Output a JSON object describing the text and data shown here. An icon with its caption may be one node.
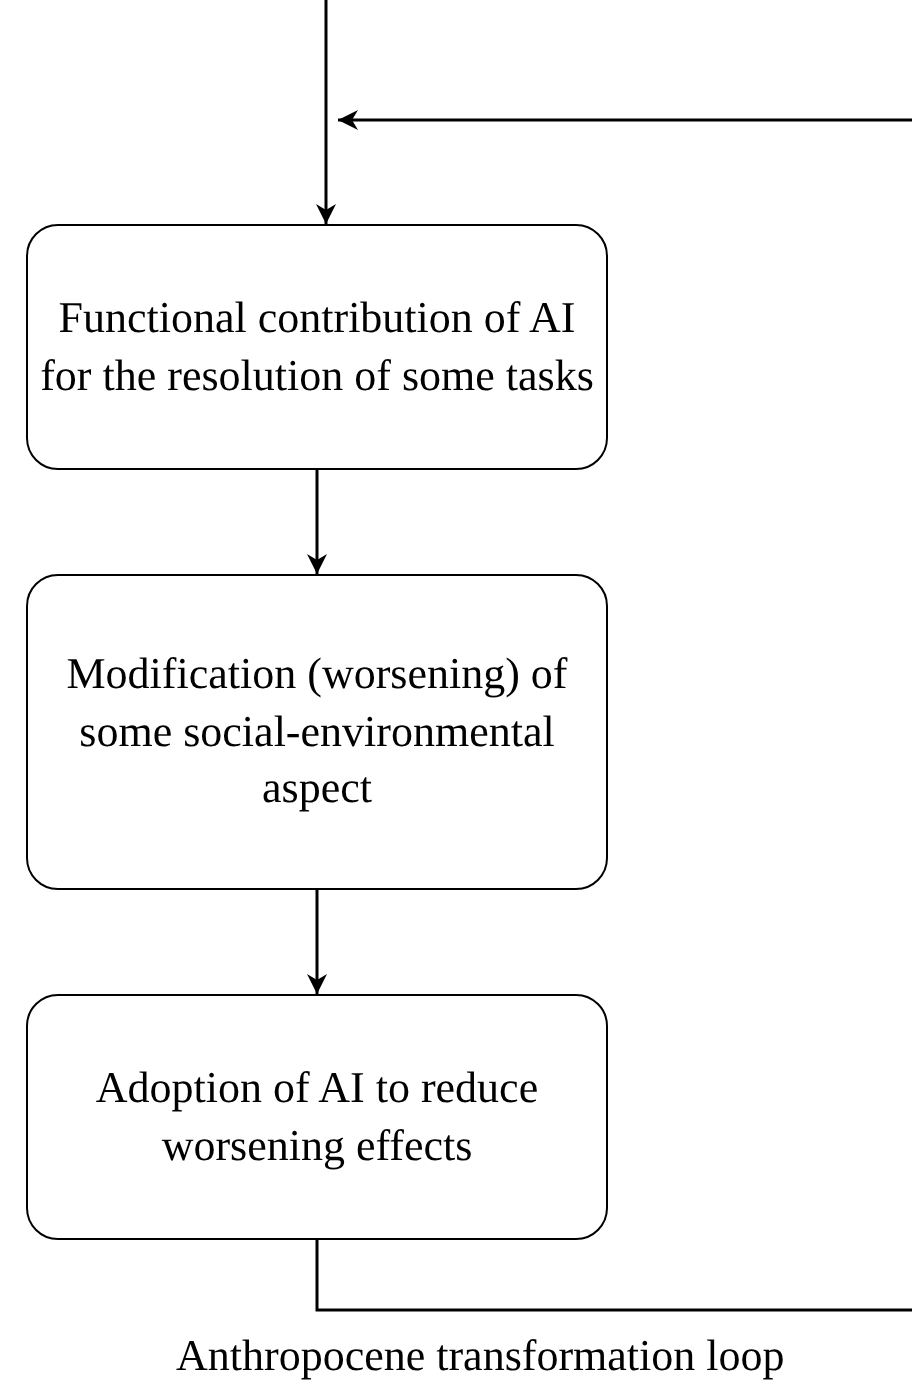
{
  "diagram": {
    "caption": "Anthropocene transformation loop",
    "nodes": [
      {
        "text": [
          "Functional contribution of AI for the resolution of some tasks"
        ]
      },
      {
        "text": [
          "Modification (worsening) of some social-environmental aspect"
        ]
      },
      {
        "text": [
          "Adoption of AI to reduce worsening effects"
        ]
      }
    ],
    "edges": [
      {
        "from": null,
        "to": 0,
        "arrow": "to"
      },
      {
        "from": 0,
        "to": 1,
        "arrow": "to"
      },
      {
        "from": 1,
        "to": 2,
        "arrow": "to"
      },
      {
        "from": 2,
        "to": 0,
        "arrow": "to"
      }
    ]
  }
}
